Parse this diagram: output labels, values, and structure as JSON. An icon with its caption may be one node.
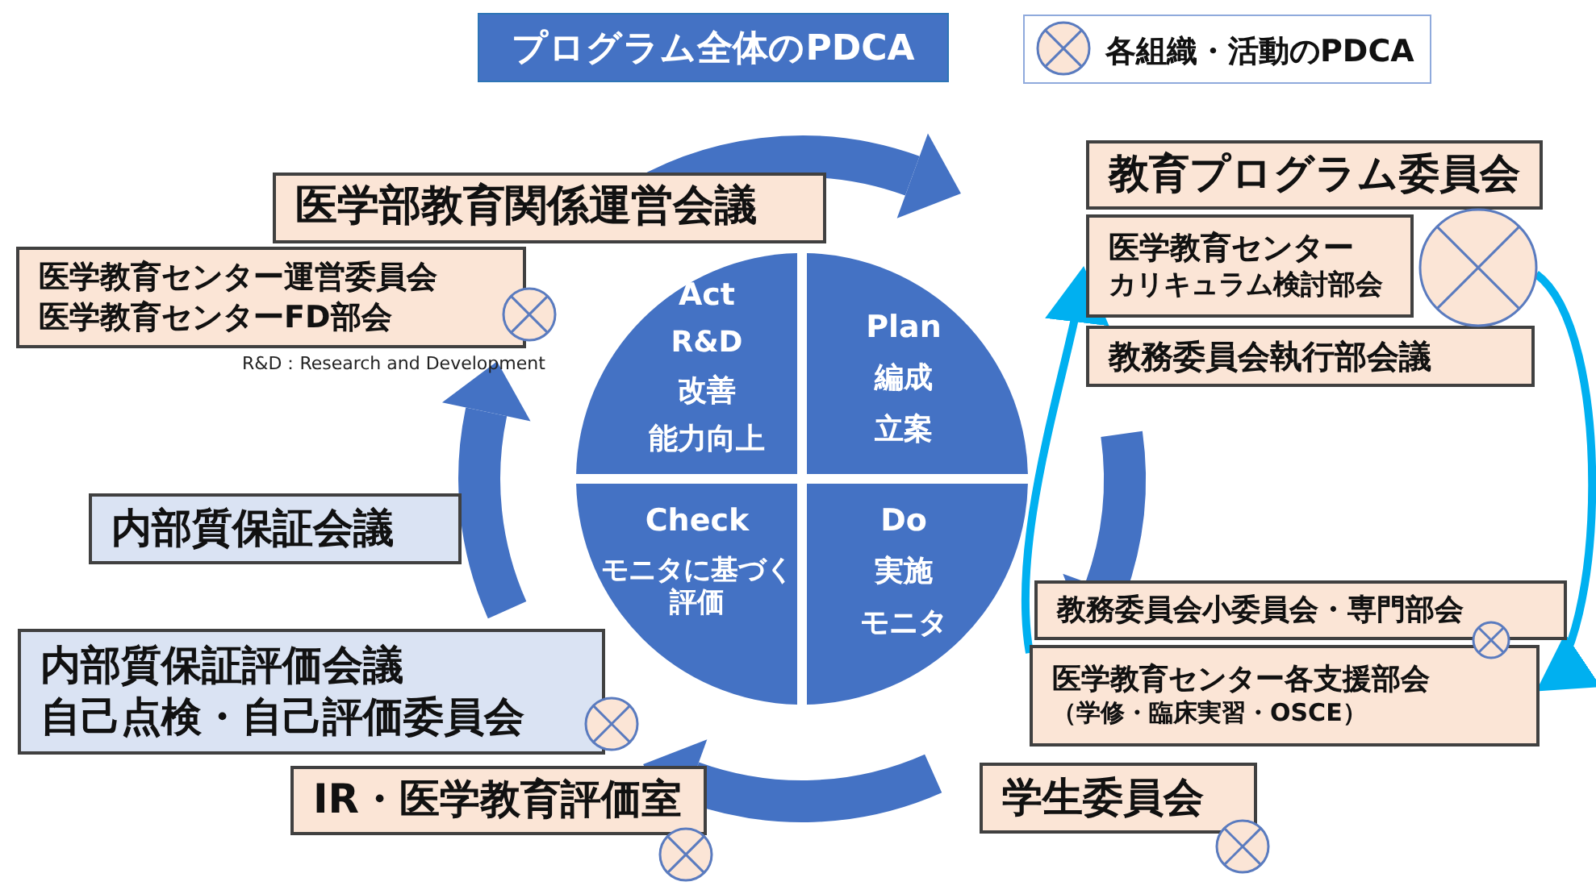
{
  "diagram": {
    "title": "プログラム全体のPDCA",
    "nodes": [
      {
        "text": [
          "Act",
          "R&D",
          "改善",
          "能力向上"
        ]
      },
      {
        "text": [
          "Plan",
          "編成",
          "立案"
        ]
      },
      {
        "text": [
          "Do",
          "実施",
          "モニタ"
        ]
      },
      {
        "text": [
          "Check",
          "モニタに基づく評価"
        ]
      },
      {
        "text": [
          "医学部教育関係運営会議"
        ]
      },
      {
        "text": [
          "医学教育センター運営委員会",
          "医学教育センターFD部会"
        ]
      },
      {
        "text": [
          "内部質保証会議"
        ]
      },
      {
        "text": [
          "内部質保証評価会議",
          "自己点検・自己評価委員会"
        ]
      },
      {
        "text": [
          "IR・医学教育評価室"
        ]
      },
      {
        "text": [
          "教育プログラム委員会"
        ]
      },
      {
        "text": [
          "医学教育センター",
          "カリキュラム検討部会"
        ]
      },
      {
        "text": [
          "教務委員会執行部会議"
        ]
      },
      {
        "text": [
          "教務委員会小委員会・専門部会"
        ]
      },
      {
        "text": [
          "医学教育センター各支援部会",
          "（学修・臨床実習・OSCE）"
        ]
      },
      {
        "text": [
          "学生委員会"
        ]
      },
      {
        "text": [],
        "shape": "circle"
      }
    ],
    "edges": [
      {
        "from": 13,
        "to": 10,
        "arrow": "to"
      },
      {
        "from": 15,
        "to": 13,
        "arrow": "to"
      }
    ],
    "labels": [
      "R&D：Research and Development"
    ],
    "legend": [
      {
        "text": "各組織・活動のPDCA"
      }
    ]
  }
}
